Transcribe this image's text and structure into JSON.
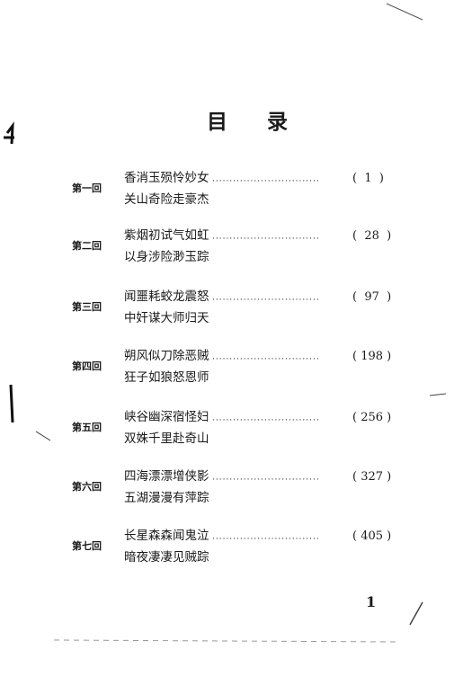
{
  "title": "目 录",
  "entries": [
    {
      "chapter": "第一回",
      "line1": "香消玉殒怜妙女",
      "line2": "关山奇险走豪杰",
      "page": "1"
    },
    {
      "chapter": "第二回",
      "line1": "紫烟初试气如虹",
      "line2": "以身涉险渺玉踪",
      "page": "28"
    },
    {
      "chapter": "第三回",
      "line1": "闻噩耗蛟龙震怒",
      "line2": "中奸谋大师归天",
      "page": "97"
    },
    {
      "chapter": "第四回",
      "line1": "朔风似刀除恶贼",
      "line2": "狂子如狼怒恩师",
      "page": "198"
    },
    {
      "chapter": "第五回",
      "line1": "峡谷幽深宿怪妇",
      "line2": "双姝千里赴奇山",
      "page": "256"
    },
    {
      "chapter": "第六回",
      "line1": "四海漂漂增侠影",
      "line2": "五湖漫漫有萍踪",
      "page": "327"
    },
    {
      "chapter": "第七回",
      "line1": "长星森森闻鬼泣",
      "line2": "暗夜凄凄见贼踪",
      "page": "405"
    }
  ],
  "leader_text": "·······························",
  "page_number": "1",
  "colors": {
    "ink": "#1a1a1a",
    "paper": "#ffffff"
  }
}
